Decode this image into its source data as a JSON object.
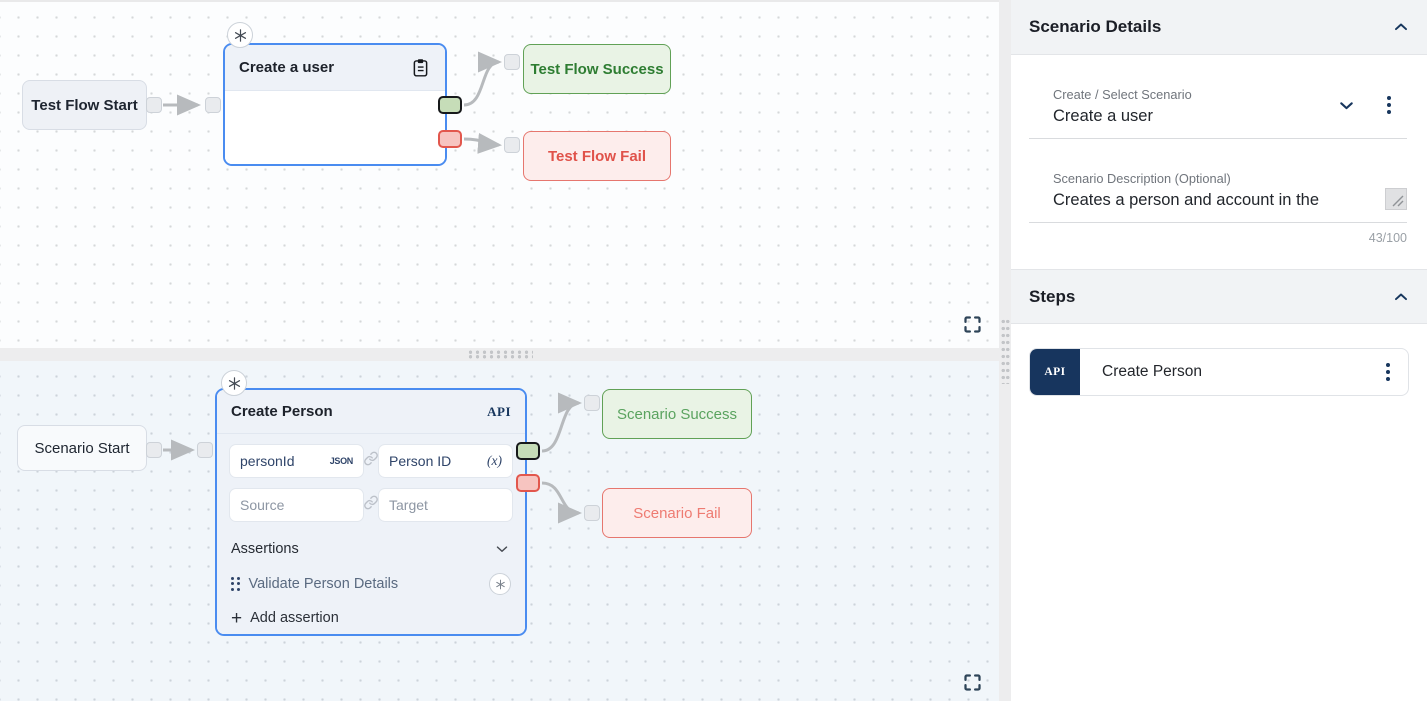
{
  "colors": {
    "accent_navy": "#17365d",
    "node_border_blue": "#4a8cf0",
    "success_green": "#2e7d32",
    "success_green_light": "#5aa35f",
    "fail_red": "#e0524a",
    "fail_red_light": "#ee7b72",
    "edge_gray": "#b7babd",
    "port_green_fill": "#c6ddb8",
    "port_red_fill": "#f7c4c0"
  },
  "top_canvas": {
    "start_label": "Test Flow Start",
    "node_title": "Create a user",
    "success_label": "Test Flow Success",
    "fail_label": "Test Flow Fail"
  },
  "bottom_canvas": {
    "start_label": "Scenario Start",
    "node": {
      "title": "Create Person",
      "type": "API",
      "field1_name": "personId",
      "field1_tag": "JSON",
      "field1_target": "Person ID",
      "field1_suffix": "(x)",
      "field2_name": "Source",
      "field2_target": "Target",
      "assertions_title": "Assertions",
      "assertion_item": "Validate Person Details",
      "add_icon": "+",
      "add_assertion": "Add assertion"
    },
    "success_label": "Scenario Success",
    "fail_label": "Scenario Fail"
  },
  "panel": {
    "details_title": "Scenario Details",
    "select_label": "Create / Select Scenario",
    "select_value": "Create a user",
    "description_label": "Scenario Description (Optional)",
    "description_value": "Creates a person and account in the",
    "char_counter": "43/100",
    "steps_title": "Steps",
    "steps": [
      {
        "badge": "API",
        "label": "Create Person"
      }
    ]
  }
}
